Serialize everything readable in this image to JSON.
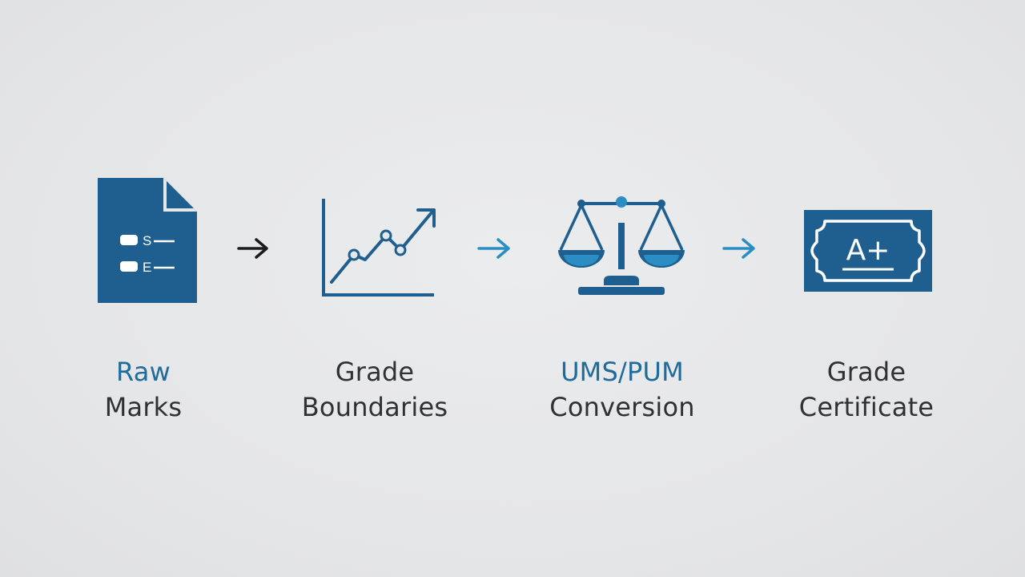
{
  "steps": [
    {
      "line1": "Raw",
      "line2": "Marks",
      "icon": "document-icon",
      "doc_lines": [
        "S",
        "E"
      ]
    },
    {
      "line1": "Grade",
      "line2": "Boundaries",
      "icon": "line-chart-icon"
    },
    {
      "line1": "UMS/PUM",
      "line2": "Conversion",
      "icon": "balance-scale-icon"
    },
    {
      "line1": "Grade",
      "line2": "Certificate",
      "icon": "certificate-icon",
      "grade": "A+"
    }
  ],
  "colors": {
    "background": "#e6e7e9",
    "primary_blue": "#1f5f8f",
    "accent_blue": "#2a8ec4",
    "text_dark": "#2f3133",
    "arrow_dark": "#1b1b1b"
  }
}
